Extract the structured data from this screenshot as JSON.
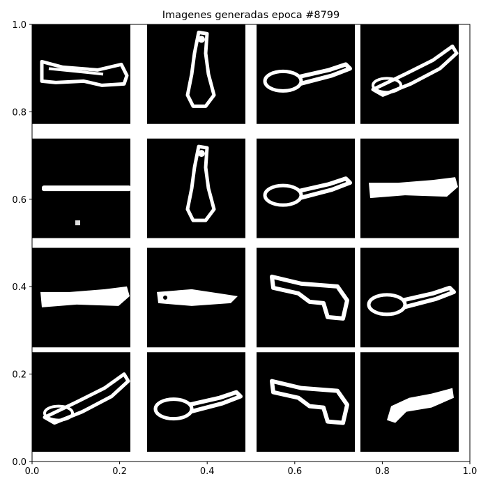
{
  "chart_data": {
    "type": "image-grid",
    "title": "Imagenes generadas epoca #8799",
    "xlim": [
      0.0,
      1.0
    ],
    "ylim": [
      0.0,
      1.0
    ],
    "x_ticks": [
      {
        "value": 0.0,
        "label": "0.0"
      },
      {
        "value": 0.2,
        "label": "0.2"
      },
      {
        "value": 0.4,
        "label": "0.4"
      },
      {
        "value": 0.6,
        "label": "0.6"
      },
      {
        "value": 0.8,
        "label": "0.8"
      },
      {
        "value": 1.0,
        "label": "1.0"
      }
    ],
    "y_ticks": [
      {
        "value": 0.0,
        "label": "0.0"
      },
      {
        "value": 0.2,
        "label": "0.2"
      },
      {
        "value": 0.4,
        "label": "0.4"
      },
      {
        "value": 0.6,
        "label": "0.6"
      },
      {
        "value": 0.8,
        "label": "0.8"
      },
      {
        "value": 1.0,
        "label": "1.0"
      }
    ],
    "grid": {
      "rows": 4,
      "cols": 4
    },
    "tile_background": "#000000",
    "stroke_color": "#ffffff",
    "axis_color": "#000000",
    "tiles": [
      {
        "row": 0,
        "col": 0,
        "shape": "horizontal-object-left"
      },
      {
        "row": 0,
        "col": 1,
        "shape": "vertical-object"
      },
      {
        "row": 0,
        "col": 2,
        "shape": "ukulele-right"
      },
      {
        "row": 0,
        "col": 3,
        "shape": "diagonal-object"
      },
      {
        "row": 1,
        "col": 0,
        "shape": "thin-horizontal-line"
      },
      {
        "row": 1,
        "col": 1,
        "shape": "vertical-object"
      },
      {
        "row": 1,
        "col": 2,
        "shape": "ukulele-right"
      },
      {
        "row": 1,
        "col": 3,
        "shape": "horizontal-blob"
      },
      {
        "row": 2,
        "col": 0,
        "shape": "horizontal-blob"
      },
      {
        "row": 2,
        "col": 1,
        "shape": "horizontal-short"
      },
      {
        "row": 2,
        "col": 2,
        "shape": "bent-object"
      },
      {
        "row": 2,
        "col": 3,
        "shape": "ukulele-right"
      },
      {
        "row": 3,
        "col": 0,
        "shape": "diagonal-object"
      },
      {
        "row": 3,
        "col": 1,
        "shape": "ukulele-right"
      },
      {
        "row": 3,
        "col": 2,
        "shape": "bent-object"
      },
      {
        "row": 3,
        "col": 3,
        "shape": "hook-shape"
      }
    ]
  }
}
